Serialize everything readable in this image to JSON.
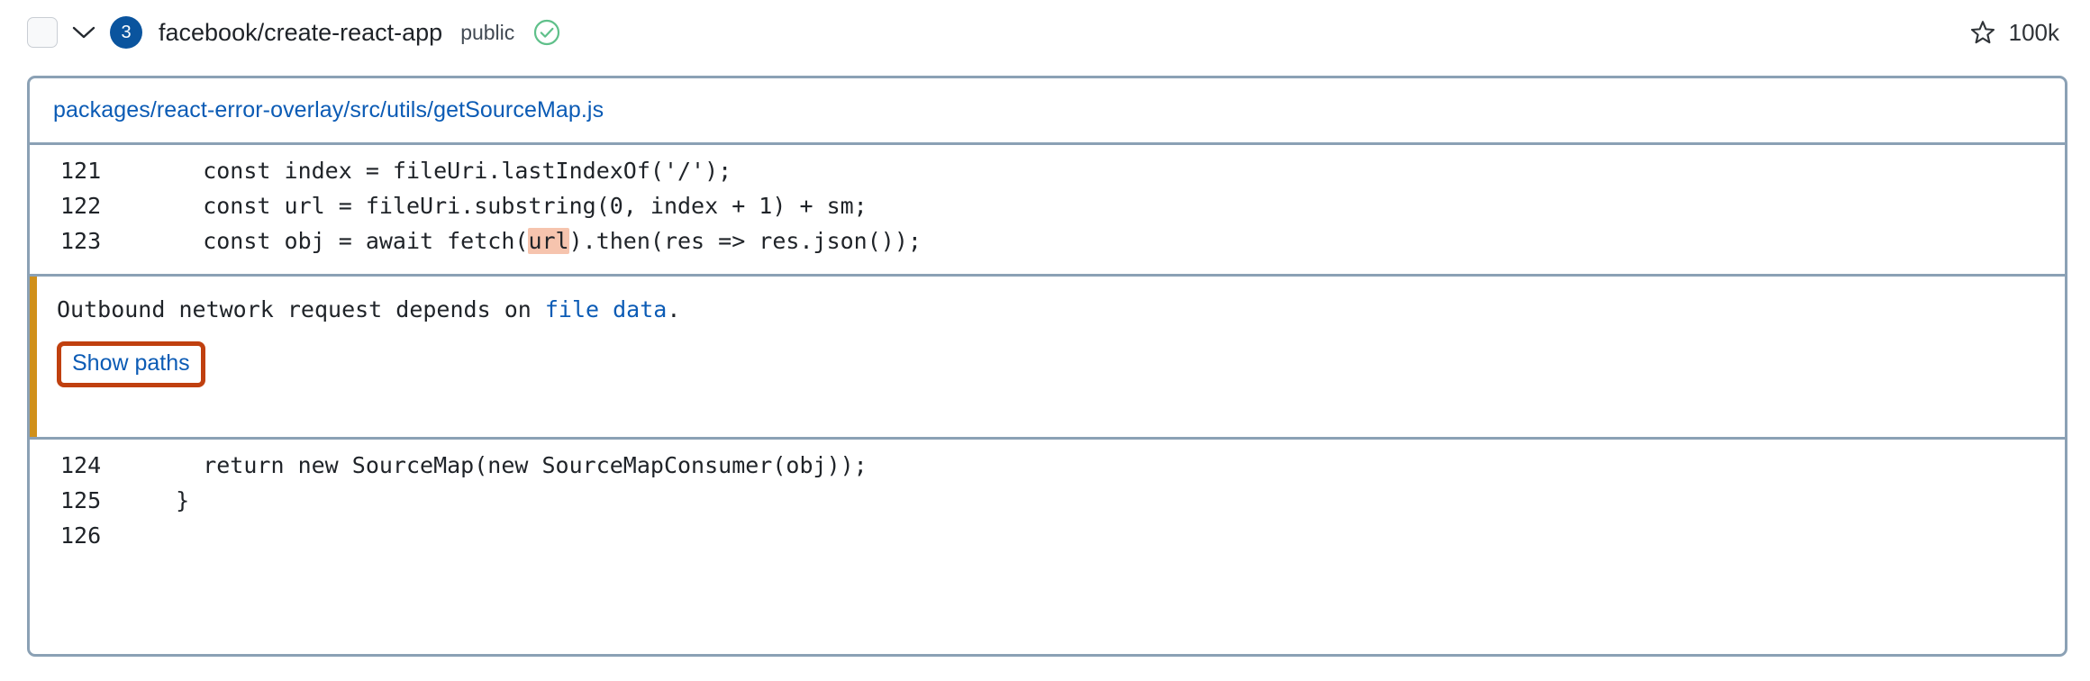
{
  "header": {
    "checkbox_name": "select-all-checkbox",
    "chevron_icon": "chevron-down-icon",
    "alert_count": "3",
    "repo_name": "facebook/create-react-app",
    "visibility": "public",
    "status_icon": "check-circle-green-icon",
    "star_icon": "star-outline-icon",
    "star_count": "100k",
    "accent_blue": "#0a549e",
    "check_green": "#5fc08a"
  },
  "code_card": {
    "file_path": "packages/react-error-overlay/src/utils/getSourceMap.js",
    "border_color": "#8ba1b5",
    "lines_before": [
      {
        "number": "121",
        "pre": "    const index = fileUri.lastIndexOf('/');",
        "highlight": "",
        "post": ""
      },
      {
        "number": "122",
        "pre": "    const url = fileUri.substring(0, index + 1) + sm;",
        "highlight": "",
        "post": ""
      },
      {
        "number": "123",
        "pre": "    const obj = await fetch(",
        "highlight": "url",
        "post": ").then(res => res.json());"
      }
    ],
    "alert": {
      "bar_color": "#d0901a",
      "text_prefix": "Outbound network request depends on ",
      "link_text": "file data",
      "text_suffix": ".",
      "button_label": "Show paths",
      "button_outline_color": "#c0400f",
      "link_color": "#0b5bb5"
    },
    "lines_after": [
      {
        "number": "124",
        "pre": "    return new SourceMap(new SourceMapConsumer(obj));",
        "highlight": "",
        "post": ""
      },
      {
        "number": "125",
        "pre": "  }",
        "highlight": "",
        "post": ""
      },
      {
        "number": "126",
        "pre": "",
        "highlight": "",
        "post": ""
      }
    ],
    "highlight_color": "#f6c4ae"
  }
}
